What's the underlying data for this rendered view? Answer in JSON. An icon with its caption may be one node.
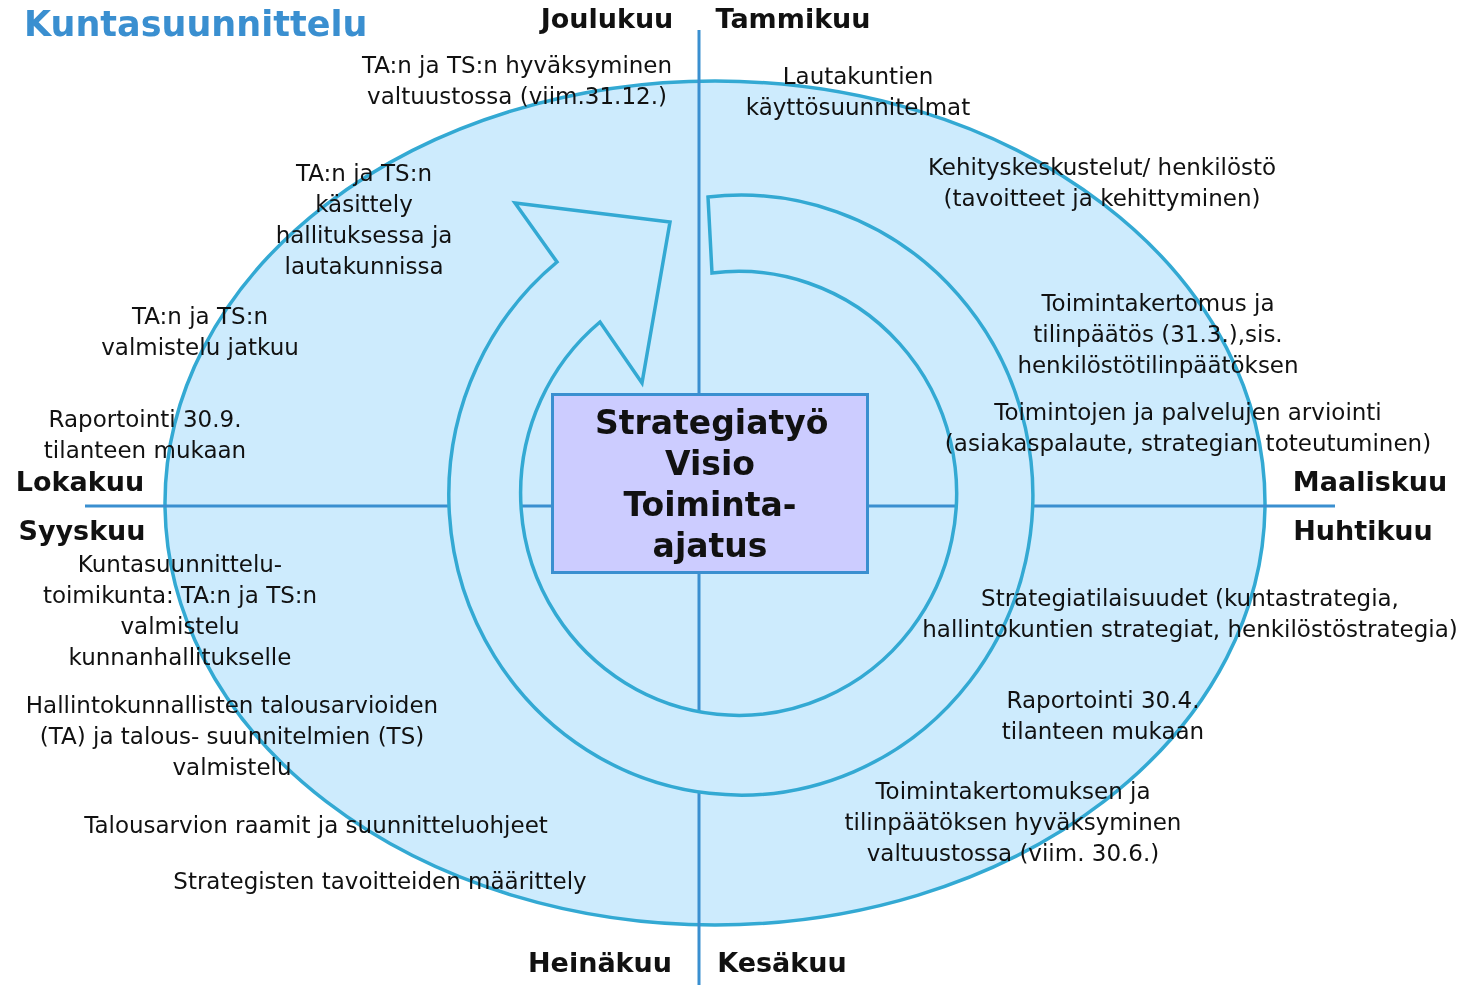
{
  "diagram": {
    "title": "Kuntasuunnittelu",
    "nodes": [
      {
        "text": [
          "Strategiatyö",
          "Visio",
          "Toiminta- ajatus"
        ]
      }
    ],
    "edges": [],
    "labels": [
      "Joulukuu",
      "Tammikuu",
      "TA:n ja TS:n hyväksyminen valtuustossa (viim.31.12.)",
      "Lautakuntien käyttösuunnitelmat",
      "Kehityskeskustelut/ henkilöstö (tavoitteet ja kehittyminen)",
      "TA:n ja TS:n käsittely hallituksessa ja lautakunnissa",
      "Toimintakertomus ja tilinpäätös (31.3.),sis. henkilöstötilinpäätöksen",
      "TA:n ja TS:n valmistelu jatkuu",
      "Raportointi 30.9. tilanteen mukaan",
      "Toimintojen ja palvelujen arviointi (asiakaspalaute, strategian toteutuminen)",
      "Lokakuu",
      "Maaliskuu",
      "Syyskuu",
      "Huhtikuu",
      "Kuntasuunnittelu- toimikunta: TA:n ja TS:n valmistelu kunnanhallitukselle",
      "Strategiatilaisuudet (kuntastrategia, hallintokuntien strategiat, henkilöstöstrategia)",
      "Hallintokunnallisten talousarvioiden (TA) ja talous- suunnitelmien (TS) valmistelu",
      "Raportointi 30.4. tilanteen mukaan",
      "Talousarvion raamit ja suunnitteluohjeet",
      "Toimintakertomuksen ja tilinpäätöksen hyväksyminen valtuustossa (viim. 30.6.)",
      "Strategisten tavoitteiden määrittely",
      "Heinäkuu",
      "Kesäkuu"
    ]
  }
}
